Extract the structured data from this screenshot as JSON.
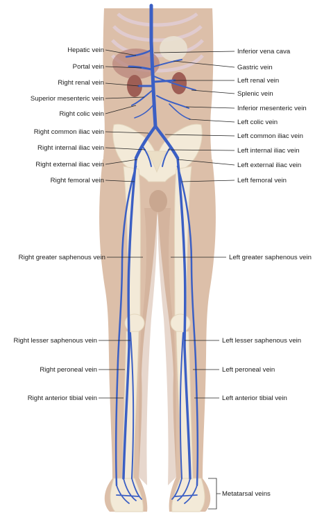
{
  "figure": {
    "labels": {
      "hepatic_vein": "Hepatic vein",
      "portal_vein": "Portal vein",
      "right_renal_vein": "Right renal vein",
      "superior_mesenteric_vein": "Superior mesenteric vein",
      "right_colic_vein": "Right colic vein",
      "right_common_iliac_vein": "Right common iliac vein",
      "right_internal_iliac_vein": "Right internal iliac vein",
      "right_external_iliac_vein": "Right external iliac vein",
      "right_femoral_vein": "Right femoral vein",
      "right_greater_saphenous_vein": "Right greater saphenous vein",
      "right_lesser_saphenous_vein": "Right lesser saphenous vein",
      "right_peroneal_vein": "Right peroneal vein",
      "right_anterior_tibial_vein": "Right anterior tibial vein",
      "inferior_vena_cava": "Inferior vena cava",
      "gastric_vein": "Gastric vein",
      "left_renal_vein": "Left renal vein",
      "splenic_vein": "Splenic vein",
      "inferior_mesenteric_vein": "Inferior mesenteric vein",
      "left_colic_vein": "Left colic vein",
      "left_common_iliac_vein": "Left common iliac vein",
      "left_internal_iliac_vein": "Left internal iliac vein",
      "left_external_iliac_vein": "Left external iliac vein",
      "left_femoral_vein": "Left femoral vein",
      "left_greater_saphenous_vein": "Left greater saphenous vein",
      "left_lesser_saphenous_vein": "Left lesser saphenous vein",
      "left_peroneal_vein": "Left peroneal vein",
      "left_anterior_tibial_vein": "Left anterior tibial vein",
      "metatarsal_veins": "Metatarsal veins"
    },
    "colors": {
      "skin": "#dcbfa9",
      "skin_shadow": "#c9a790",
      "bone": "#f3ead8",
      "vein": "#3b5fc4",
      "vein_dark": "#2c47a0",
      "organ": "#b9857c",
      "kidney": "#9e5e55"
    }
  }
}
